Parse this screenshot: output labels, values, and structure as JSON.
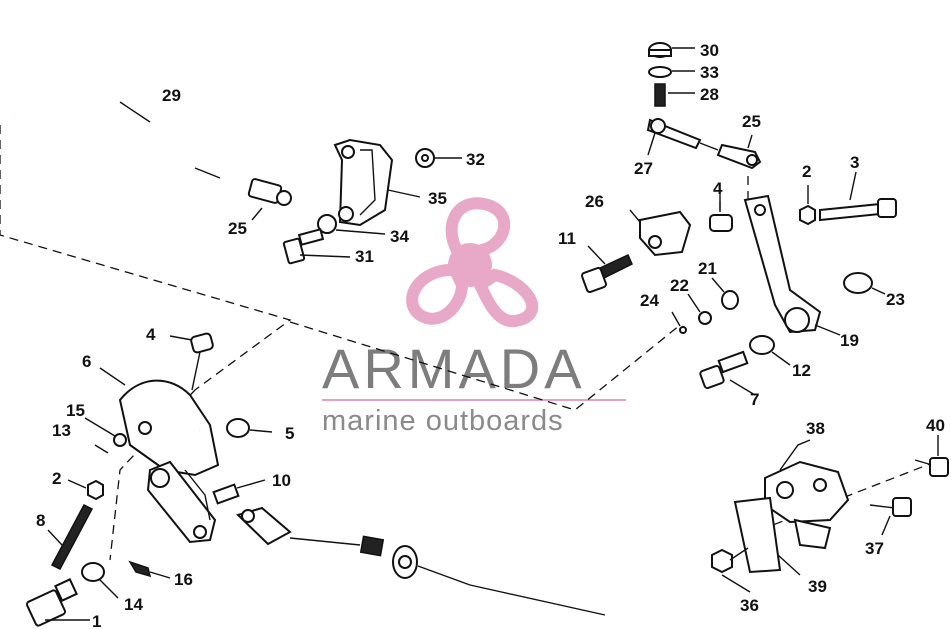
{
  "watermark": {
    "title": "ARMADA",
    "subtitle": "marine outboards",
    "logo_pink": "#e8a9c8",
    "logo_dark_pink": "#d98fb4",
    "divider_color": "#e7a1c4"
  },
  "callouts": {
    "c1": "1",
    "c2a": "2",
    "c2b": "2",
    "c3": "3",
    "c4a": "4",
    "c4b": "4",
    "c5": "5",
    "c6": "6",
    "c7": "7",
    "c8": "8",
    "c10": "10",
    "c11": "11",
    "c12": "12",
    "c13": "13",
    "c14": "14",
    "c15": "15",
    "c16": "16",
    "c19": "19",
    "c21": "21",
    "c22": "22",
    "c23": "23",
    "c24": "24",
    "c25a": "25",
    "c25b": "25",
    "c26": "26",
    "c27": "27",
    "c28": "28",
    "c29": "29",
    "c30": "30",
    "c31": "31",
    "c32": "32",
    "c33": "33",
    "c34": "34",
    "c35": "35",
    "c36": "36",
    "c37": "37",
    "c38": "38",
    "c39": "39",
    "c40": "40"
  }
}
